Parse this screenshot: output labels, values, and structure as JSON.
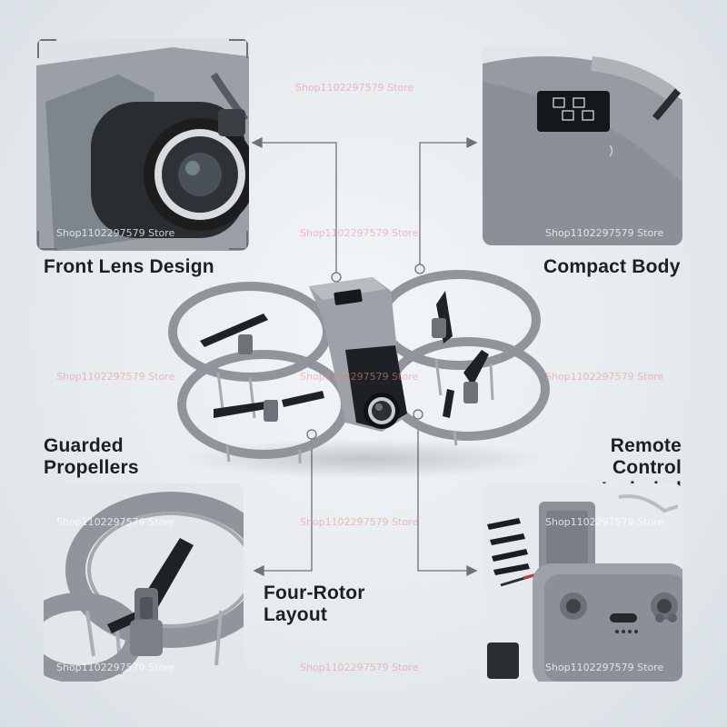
{
  "labels": {
    "front_lens": "Front Lens Design",
    "compact_body": "Compact Body",
    "guarded_line1": "Guarded",
    "guarded_line2": "Propellers",
    "remote_line1": "Remote Control",
    "remote_line2": "Included",
    "four_rotor_line1": "Four-Rotor",
    "four_rotor_line2": "Layout"
  },
  "watermark": "Shop1102297579 Store",
  "colors": {
    "drone_gray": "#8f959a",
    "label_text": "#1d1f22",
    "watermark": "#f08a8a",
    "connector": "#6b7378"
  }
}
